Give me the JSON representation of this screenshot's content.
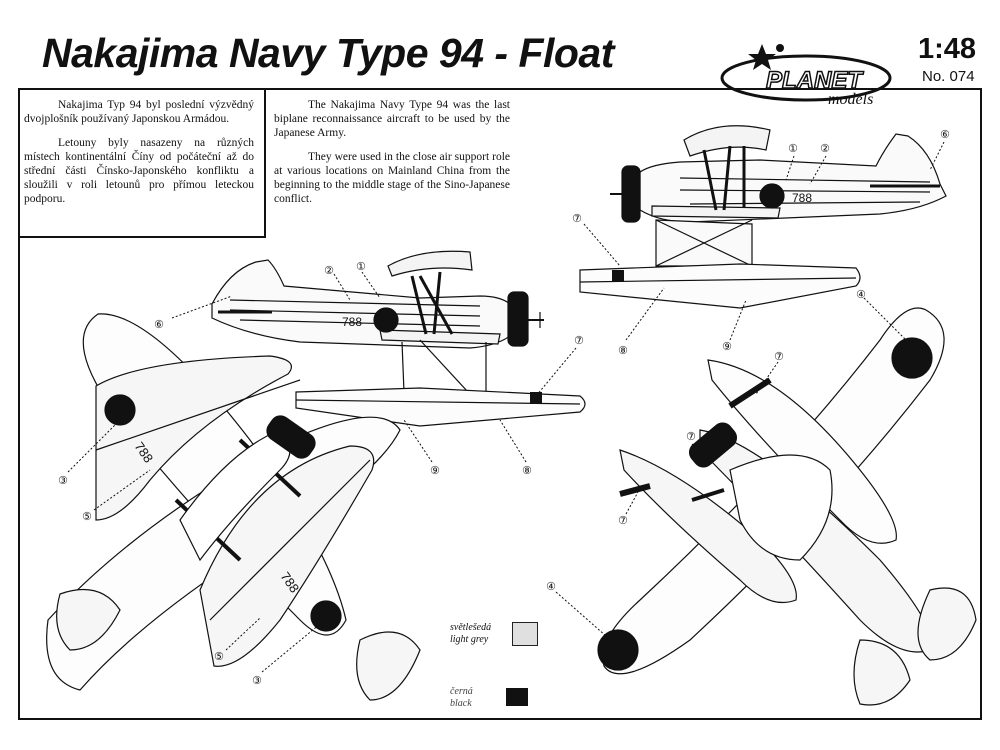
{
  "header": {
    "title": "Nakajima Navy Type 94 - Float",
    "scale": "1:48",
    "kit_number": "No. 074",
    "logo_main": "PLANET",
    "logo_sub": "models"
  },
  "text_cz": [
    "Nakajima Typ 94 byl poslední výzvědný dvojplošník používaný Japonskou Armádou.",
    "Letouny byly nasazeny na různých místech kontinentální Číny od počáteční až do střední části Čínsko-Japonského konfliktu a sloužili v roli letounů pro přímou leteckou podporu."
  ],
  "text_en": [
    "The Nakajima Navy Type 94 was the last biplane reconnaissance aircraft to be used by the Japanese Army.",
    "They were used in the close air support role at various locations on Mainland China from the beginning to the middle stage of the Sino-Japanese conflict."
  ],
  "aircraft_code": "788",
  "callouts": [
    "①",
    "②",
    "③",
    "④",
    "⑤",
    "⑥",
    "⑦",
    "⑧",
    "⑨"
  ],
  "legend": {
    "light_grey_cz": "světlešedá",
    "light_grey_en": "light grey",
    "black_cz": "černá",
    "black_en": "black"
  },
  "colors": {
    "line": "#111111",
    "hinomaru": "#111111",
    "light_grey": "#e0e0e0"
  }
}
